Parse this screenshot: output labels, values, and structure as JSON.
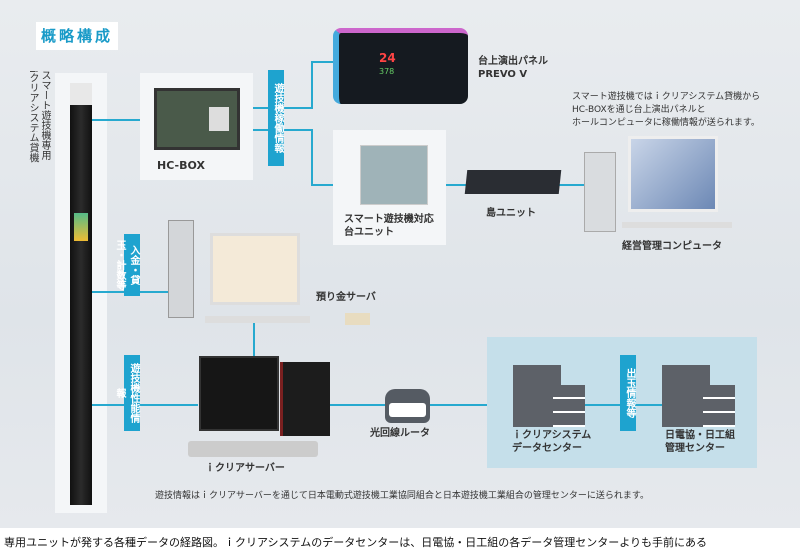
{
  "title": "概略構成",
  "unit_label": "スマート遊技機専用\niクリアシステム貸機",
  "hc_box": "HC-BOX",
  "prevo": {
    "line1": "台上演出パネル",
    "line2": "PREVO V",
    "digits": [
      "24",
      "378"
    ]
  },
  "smart_unit": "スマート遊技機対応\n台ユニット",
  "island_unit": "島ユニット",
  "management_pc": "経営管理コンピュータ",
  "top_note": "スマート遊技機ではｉクリアシステム貸機から\nHC-BOXを通じ台上演出パネルと\nホールコンピュータに稼働情報が送られます。",
  "flow_labels": {
    "operation": "遊技機稼働情報",
    "deposit": "入金・貸玉・計数等",
    "performance": "遊技機性能情報",
    "payout": "出玉情報等"
  },
  "deposit_server": "預り金サーバ",
  "iclear_server": "ｉクリアサーバー",
  "router": "光回線ルータ",
  "datacenter": "ｉクリアシステム\nデータセンター",
  "mgmt_center": "日電協・日工組\n管理センター",
  "bottom_note": "遊技情報はｉクリアサーバーを通じて日本電動式遊技機工業協同組合と日本遊技機工業組合の管理センターに送られます。",
  "caption": "専用ユニットが発する各種データの経路図。ｉクリアシステムのデータセンターは、日電協・日工組の各データ管理センターよりも手前にある",
  "colors": {
    "accent": "#1ea3cf",
    "center_bg": "#c5dfea"
  }
}
